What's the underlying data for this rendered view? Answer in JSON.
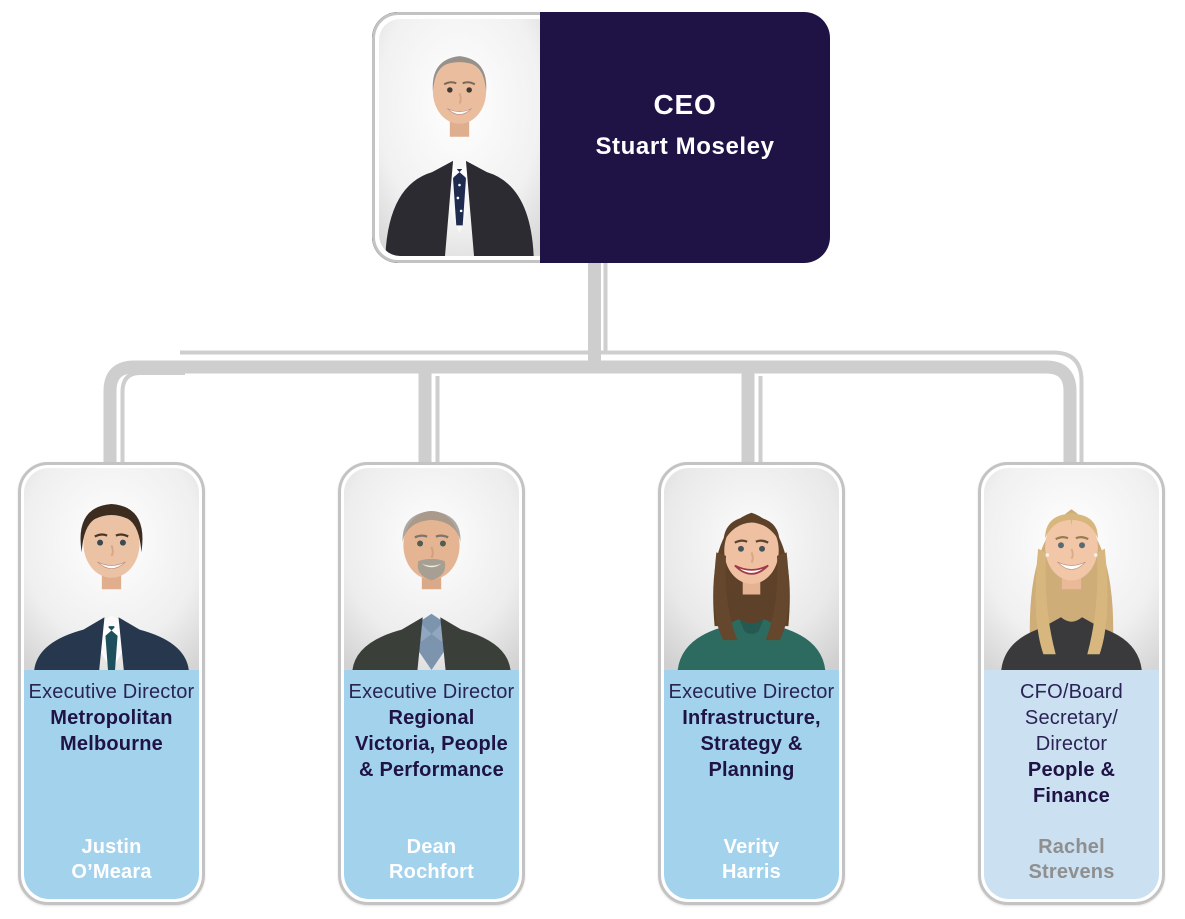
{
  "colors": {
    "navy": "#1f1346",
    "text-navy": "#2a2455",
    "panel-blue": "#a3d2ec",
    "panel-blue-light": "#cbe0f1",
    "name-white": "#ffffff",
    "name-gray": "#8f8f8f",
    "line-gray": "#cecece",
    "border-gray": "#c3c3c3"
  },
  "ceo": {
    "title": "CEO",
    "name": "Stuart Moseley"
  },
  "executives": [
    {
      "role": "Executive Director",
      "division": "Metropolitan Melbourne",
      "name": "Justin O’Meara"
    },
    {
      "role": "Executive Director",
      "division": "Regional Victoria, People & Performance",
      "name": "Dean Rochfort"
    },
    {
      "role": "Executive Director",
      "division": "Infrastructure, Strategy & Planning",
      "name": "Verity Harris"
    },
    {
      "role": "CFO/Board Secretary/ Director",
      "division": "People & Finance",
      "name": "Rachel Strevens"
    }
  ]
}
